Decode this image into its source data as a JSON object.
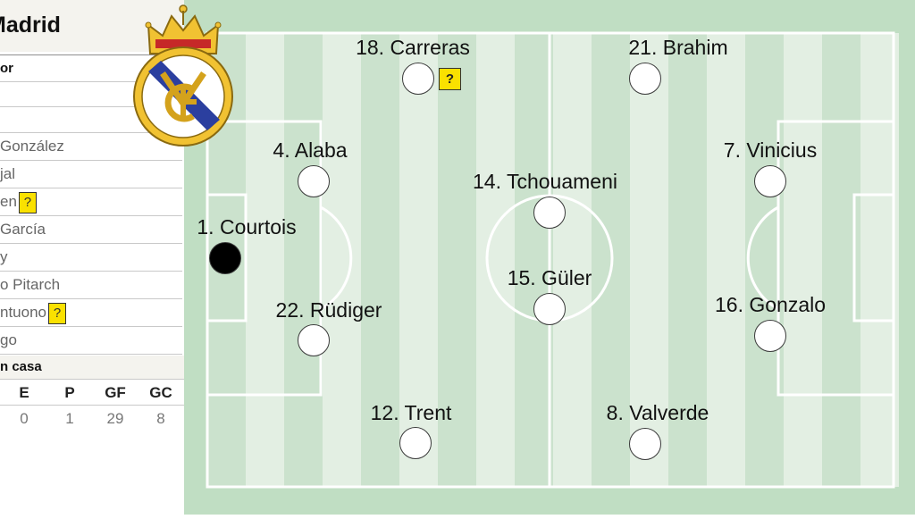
{
  "team": {
    "title": "Madrid"
  },
  "side_rows": [
    {
      "text": "or",
      "bold": true,
      "card": ""
    },
    {
      "text": "",
      "bold": false,
      "card": ""
    },
    {
      "text": "",
      "bold": false,
      "card": ""
    },
    {
      "text": "González",
      "bold": false,
      "card": ""
    },
    {
      "text": "jal",
      "bold": false,
      "card": ""
    },
    {
      "text": "en",
      "bold": false,
      "card": "?"
    },
    {
      "text": "García",
      "bold": false,
      "card": ""
    },
    {
      "text": "y",
      "bold": false,
      "card": ""
    },
    {
      "text": "o Pitarch",
      "bold": false,
      "card": ""
    },
    {
      "text": "ntuono",
      "bold": false,
      "card": "?"
    },
    {
      "text": "go",
      "bold": false,
      "card": ""
    }
  ],
  "stats": {
    "header": "n casa",
    "columns": [
      "E",
      "P",
      "GF",
      "GC"
    ],
    "values": [
      "0",
      "1",
      "29",
      "8"
    ]
  },
  "colors": {
    "pitch_bg": "#c0dec3",
    "stripe_dark": "#cbe2cd",
    "stripe_light": "#e3efe3",
    "line": "#ffffff",
    "card": "#fae100",
    "goalkeeper": "#000000"
  },
  "players": [
    {
      "label": "1. Courtois",
      "gk": true,
      "card": ""
    },
    {
      "label": "18. Carreras",
      "gk": false,
      "card": "?"
    },
    {
      "label": "4. Alaba",
      "gk": false,
      "card": ""
    },
    {
      "label": "22. Rüdiger",
      "gk": false,
      "card": ""
    },
    {
      "label": "12. Trent",
      "gk": false,
      "card": ""
    },
    {
      "label": "14. Tchouameni",
      "gk": false,
      "card": ""
    },
    {
      "label": "15. Güler",
      "gk": false,
      "card": ""
    },
    {
      "label": "21. Brahim",
      "gk": false,
      "card": ""
    },
    {
      "label": "7. Vinicius",
      "gk": false,
      "card": ""
    },
    {
      "label": "16. Gonzalo",
      "gk": false,
      "card": ""
    },
    {
      "label": "8. Valverde",
      "gk": false,
      "card": ""
    }
  ],
  "icons": {
    "crest": "real-madrid-crest-icon"
  }
}
